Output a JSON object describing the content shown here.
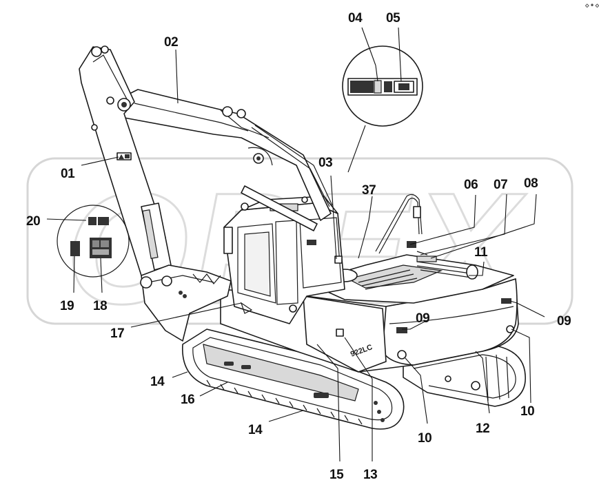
{
  "callouts": {
    "c01": "01",
    "c02": "02",
    "c03": "03",
    "c04": "04",
    "c05": "05",
    "c06": "06",
    "c07": "07",
    "c08": "08",
    "c09a": "09",
    "c09b": "09",
    "c10a": "10",
    "c10b": "10",
    "c11": "11",
    "c12": "12",
    "c13": "13",
    "c14a": "14",
    "c14b": "14",
    "c15": "15",
    "c16": "16",
    "c17": "17",
    "c18": "18",
    "c19": "19",
    "c20": "20",
    "c37": "37"
  },
  "machine_model_text": "922LC",
  "watermark_text": "OPEX",
  "corner_mark": "⋄•⋄"
}
